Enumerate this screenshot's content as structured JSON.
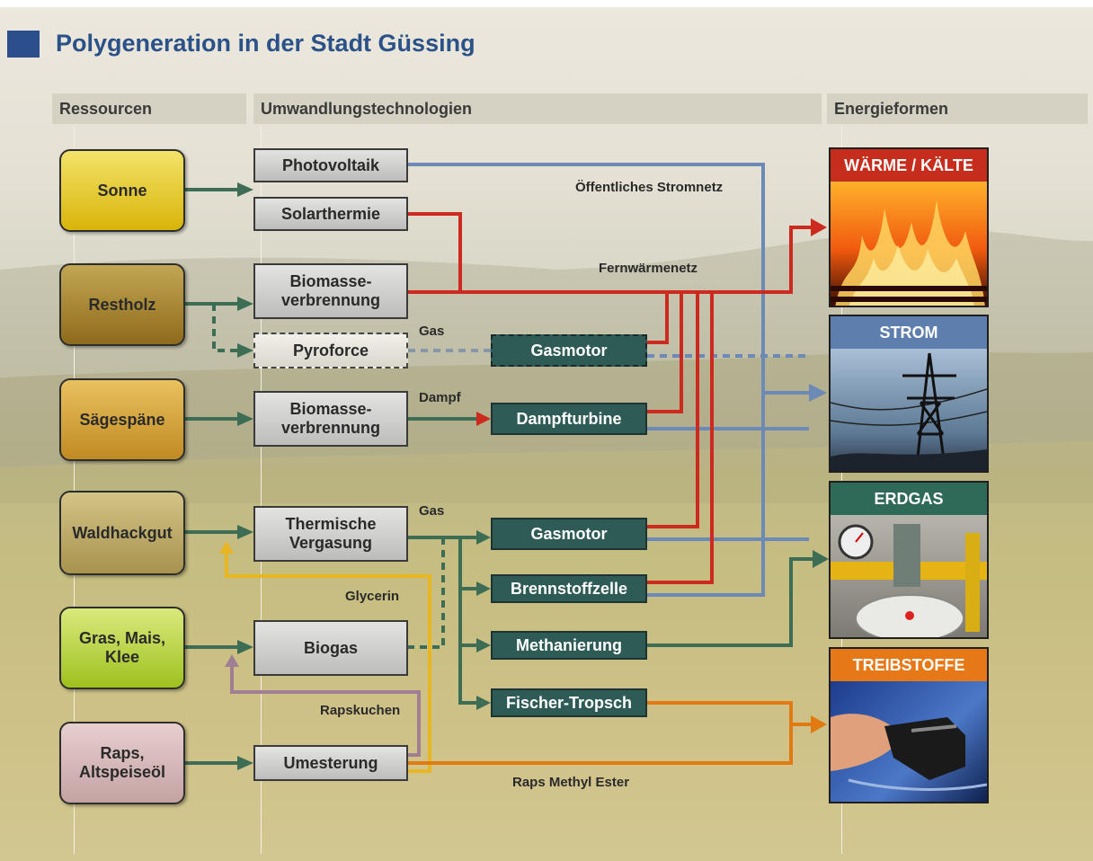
{
  "title": "Polygeneration in der Stadt Güssing",
  "columns": {
    "resources": "Ressourcen",
    "technologies": "Umwandlungstechnologien",
    "energy_forms": "Energieformen"
  },
  "resources": {
    "sonne": "Sonne",
    "restholz": "Restholz",
    "saegespaene": "Sägespäne",
    "waldhackgut": "Waldhackgut",
    "gras": "Gras, Mais,\nKlee",
    "raps": "Raps,\nAltspeiseöl"
  },
  "technologies": {
    "photovoltaik": "Photovoltaik",
    "solarthermie": "Solarthermie",
    "biomasse1": "Biomasse-\nverbrennung",
    "pyroforce": "Pyroforce",
    "biomasse2": "Biomasse-\nverbrennung",
    "vergasung": "Thermische\nVergasung",
    "biogas": "Biogas",
    "umesterung": "Umesterung"
  },
  "processes": {
    "gasmotor1": "Gasmotor",
    "dampfturbine": "Dampfturbine",
    "gasmotor2": "Gasmotor",
    "brennstoffzelle": "Brennstoffzelle",
    "methanierung": "Methanierung",
    "fischer_tropsch": "Fischer-Tropsch"
  },
  "labels": {
    "stromnetz": "Öffentliches Stromnetz",
    "fernwaerme": "Fernwärmenetz",
    "gas1": "Gas",
    "dampf": "Dampf",
    "gas2": "Gas",
    "glycerin": "Glycerin",
    "rapskuchen": "Rapskuchen",
    "rme": "Raps Methyl Ester"
  },
  "energy": {
    "waerme": "WÄRME / KÄLTE",
    "strom": "STROM",
    "erdgas": "ERDGAS",
    "treibstoffe": "TREIBSTOFFE"
  },
  "icons": {
    "waerme_picture": "flames-icon",
    "strom_picture": "power-pylon-icon",
    "erdgas_picture": "gas-regulator-icon",
    "treibstoffe_picture": "fuel-nozzle-icon"
  },
  "colors": {
    "title": "#2b5288",
    "green_flow": "#3d6e55",
    "red_flow": "#cc2a1e",
    "blue_flow": "#6d89b5",
    "orange_flow": "#e27a14",
    "yellow_flow": "#e8b622",
    "mauve_flow": "#a07f92",
    "waerme_head": "#c62d1d",
    "strom_head": "#5e7fae",
    "erdgas_head": "#2f6a59",
    "treibstoffe_head": "#e67817"
  }
}
